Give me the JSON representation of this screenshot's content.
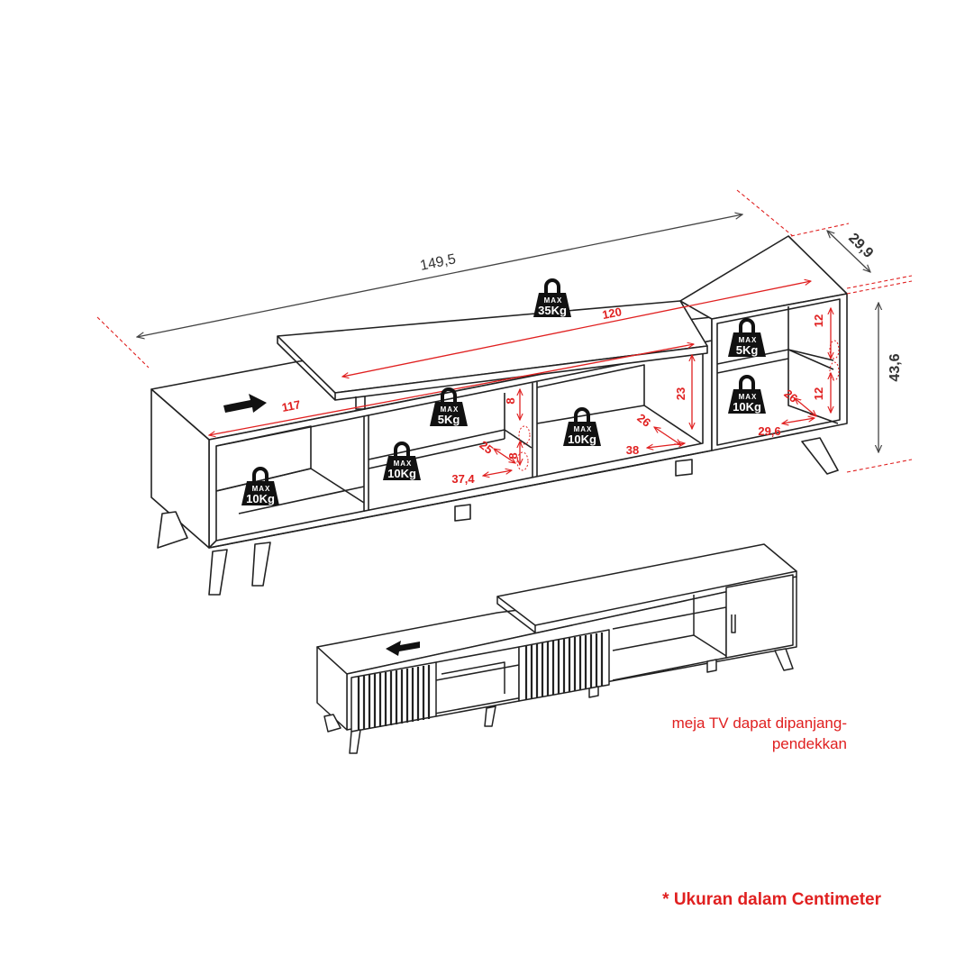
{
  "dimensions": {
    "total_length": "149,5",
    "depth": "29,9",
    "height": "43,6",
    "top_width": "120",
    "lower_width": "117",
    "gap_upper": "8",
    "gap_lower": "8",
    "center_height": "23",
    "center_depth": "26",
    "center_width": "38",
    "left_depth": "25",
    "left_width": "37,4",
    "right_upper_height": "12",
    "right_lower_height": "12",
    "right_depth": "26",
    "right_width": "29,6"
  },
  "weights": {
    "max_label": "MAX",
    "top": "35Kg",
    "right_upper": "5Kg",
    "right_lower": "10Kg",
    "mid_upper": "5Kg",
    "mid_lower": "10Kg",
    "center": "10Kg",
    "left": "10Kg"
  },
  "captions": {
    "extend_line1": "meja TV dapat dipanjang-",
    "extend_line2": "pendekkan",
    "units": "* Ukuran dalam Centimeter"
  },
  "colors": {
    "line": "#222222",
    "dimension": "#444444",
    "accent": "#e02020"
  }
}
